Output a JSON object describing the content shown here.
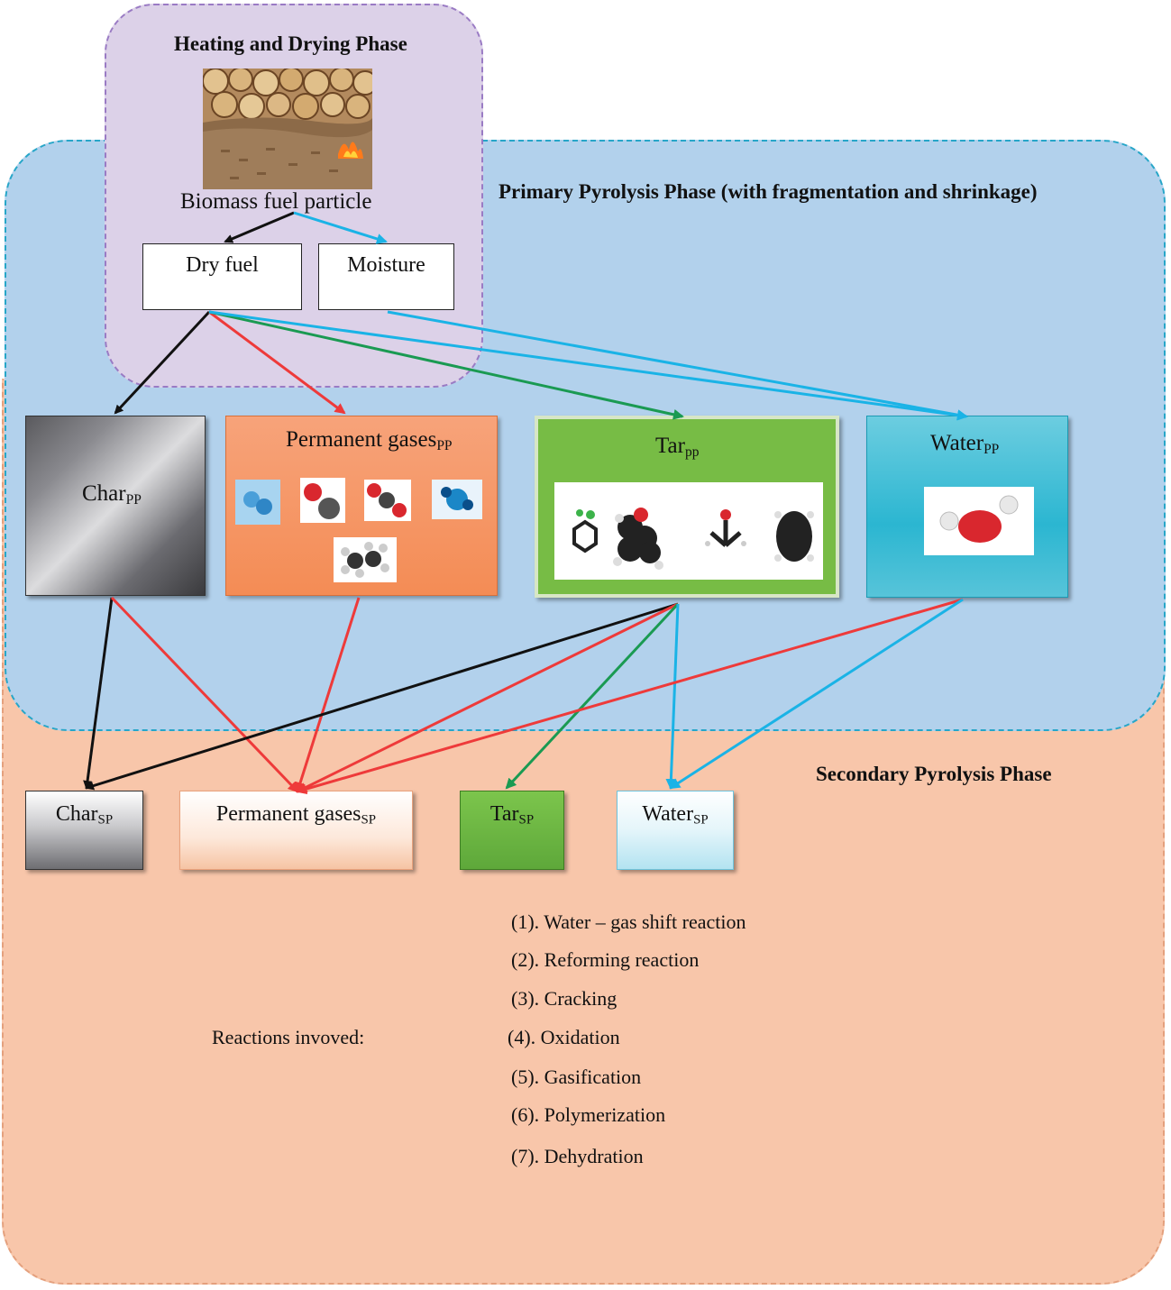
{
  "regions": {
    "drying_title": "Heating and Drying Phase",
    "primary_title": "Primary Pyrolysis Phase (with fragmentation and shrinkage)",
    "secondary_title": "Secondary Pyrolysis Phase"
  },
  "biomass_label": "Biomass fuel particle",
  "dry_fuel": "Dry fuel",
  "moisture": "Moisture",
  "primary_products": {
    "char": {
      "base": "Char",
      "sub": "PP"
    },
    "gases": {
      "base": "Permanent gases",
      "sub": "PP"
    },
    "tar": {
      "base": "Tar",
      "sub": "pp"
    },
    "water": {
      "base": "Water",
      "sub": "PP"
    }
  },
  "secondary_products": {
    "char": {
      "base": "Char",
      "sub": "SP"
    },
    "gases": {
      "base": "Permanent gases",
      "sub": "SP"
    },
    "tar": {
      "base": "Tar",
      "sub": "SP"
    },
    "water": {
      "base": "Water",
      "sub": "SP"
    }
  },
  "reactions": {
    "label": "Reactions invoved:",
    "items": [
      "(1). Water – gas shift reaction",
      "(2). Reforming reaction",
      "(3). Cracking",
      "(4). Oxidation",
      "(5). Gasification",
      "(6). Polymerization",
      "(7). Dehydration"
    ]
  },
  "colors": {
    "black_arrow": "#111111",
    "red_arrow": "#ee3a3a",
    "green_arrow": "#1a9a52",
    "blue_arrow": "#1ab3e6"
  }
}
